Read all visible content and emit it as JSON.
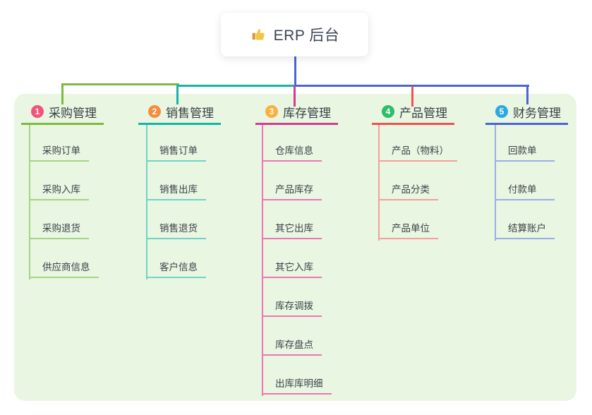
{
  "root": {
    "title": "ERP 后台",
    "icon": "thumbs-up-icon"
  },
  "canvas": {
    "background": "#ffffff",
    "panel_background": "#e8f6e2",
    "trunk_color": "#4a66d0",
    "root_text_color": "#3b4554"
  },
  "branches": [
    {
      "badge": "1",
      "label": "采购管理",
      "badge_color": "#f4517c",
      "line_color": "#7eba40",
      "child_line_color": "#a9d382",
      "items": [
        "采购订单",
        "采购入库",
        "采购退货",
        "供应商信息"
      ]
    },
    {
      "badge": "2",
      "label": "销售管理",
      "badge_color": "#f68c3e",
      "line_color": "#16b3a6",
      "child_line_color": "#72d2c8",
      "items": [
        "销售订单",
        "销售出库",
        "销售退货",
        "客户信息"
      ]
    },
    {
      "badge": "3",
      "label": "库存管理",
      "badge_color": "#fbb03b",
      "line_color": "#cf3e92",
      "child_line_color": "#ee76b4",
      "items": [
        "仓库信息",
        "产品库存",
        "其它出库",
        "其它入库",
        "库存调拨",
        "库存盘点",
        "出库库明细"
      ]
    },
    {
      "badge": "4",
      "label": "产品管理",
      "badge_color": "#2ebd68",
      "line_color": "#ef5350",
      "child_line_color": "#f5a09a",
      "items": [
        "产品（物料）",
        "产品分类",
        "产品单位"
      ]
    },
    {
      "badge": "5",
      "label": "财务管理",
      "badge_color": "#2ca9e1",
      "line_color": "#4a66d0",
      "child_line_color": "#9baee4",
      "items": [
        "回款单",
        "付款单",
        "结算账户"
      ]
    }
  ]
}
